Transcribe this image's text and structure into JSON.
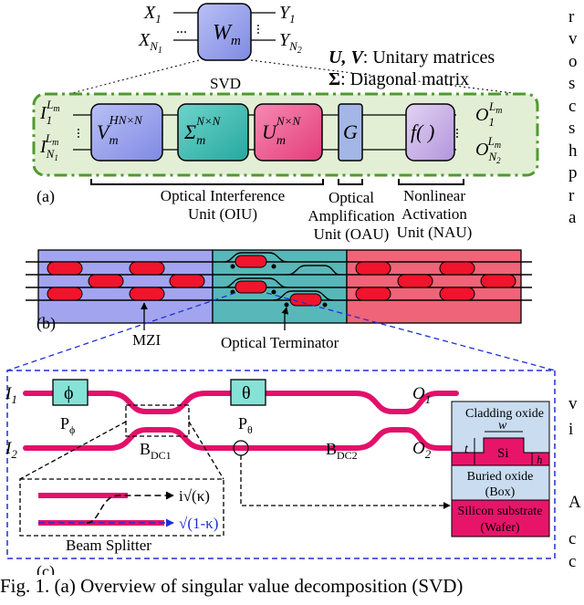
{
  "panel_a": {
    "top_block": {
      "label": "W",
      "label_sub": "m",
      "in_top": "X",
      "in_top_sub": "1",
      "in_bot": "X",
      "in_bot_sub": "N",
      "in_bot_subsub": "1",
      "out_top": "Y",
      "out_top_sub": "1",
      "out_bot": "Y",
      "out_bot_sub": "N",
      "out_bot_subsub": "2",
      "dots": "..."
    },
    "svd_label": "SVD",
    "legend": {
      "uv": "U, V",
      "uv_text": ": Unitary matrices",
      "sigma": "Σ",
      "sigma_text": ": Diagonal matrix"
    },
    "inputs": {
      "top": "I",
      "top_sub": "1",
      "top_sup": "L",
      "top_supsub": "m",
      "bot": "I",
      "bot_sub": "N",
      "bot_subsub": "1",
      "bot_sup": "L",
      "bot_supsub": "m"
    },
    "outputs": {
      "top": "O",
      "top_sub": "1",
      "top_sup": "L",
      "top_supsub": "m",
      "bot": "O",
      "bot_sub": "N",
      "bot_subsub": "2",
      "bot_sup": "L",
      "bot_supsub": "m"
    },
    "blocks": {
      "v": {
        "base": "V",
        "sub": "m",
        "sup": "H",
        "sup2": "N×N"
      },
      "sigma": {
        "base": "Σ",
        "sub": "m",
        "sup": "N×N"
      },
      "u": {
        "base": "U",
        "sub": "m",
        "sup": "N×N"
      },
      "g": {
        "base": "G"
      },
      "f": {
        "base": "f( )"
      }
    },
    "units": {
      "oiu": [
        "Optical Interference",
        "Unit (OIU)"
      ],
      "oau": [
        "Optical",
        "Amplification",
        "Unit (OAU)"
      ],
      "nau": [
        "Nonlinear",
        "Activation",
        "Unit (NAU)"
      ]
    },
    "tag": "(a)"
  },
  "panel_b": {
    "tag": "(b)",
    "mzi_label": "MZI",
    "terminator_label": "Optical Terminator"
  },
  "panel_c": {
    "tag": "(c)",
    "in1": "I",
    "in1_sub": "1",
    "in2": "I",
    "in2_sub": "2",
    "out1": "O",
    "out1_sub": "1",
    "out2": "O",
    "out2_sub": "2",
    "phi": "ϕ",
    "theta": "θ",
    "p_phi": "P",
    "p_phi_sub": "ϕ",
    "p_theta": "P",
    "p_theta_sub": "θ",
    "bdc1": "B",
    "bdc1_sub": "DC1",
    "bdc2": "B",
    "bdc2_sub": "DC2",
    "beam_splitter": "Beam Splitter",
    "kappa_top": "i√(κ)",
    "kappa_bot": "√(1-κ)",
    "cross_section": {
      "cladding": "Cladding oxide",
      "w": "w",
      "t": "t",
      "si": "Si",
      "h": "h",
      "buried": [
        "Buried oxide",
        "(Box)"
      ],
      "substrate": [
        "Silicon substrate",
        "(Wafer)"
      ]
    }
  },
  "right_column": [
    "r",
    "v",
    "o",
    "s",
    "c",
    "s",
    "h",
    "p",
    "r",
    "a"
  ],
  "right_column_lower": [
    "v",
    "i",
    "A",
    "c",
    "c"
  ],
  "caption": "Fig. 1. (a) Overview of singular value decomposition (SVD)",
  "colors": {
    "green_bg": "#e3efd5",
    "green_border": "#4f9a2f",
    "v_block": "#9ea7ee",
    "sigma_block": "#3fbdb4",
    "u_block": "#ef5c92",
    "g_block": "#a3b6e6",
    "f_block": "#c9b2e6",
    "mesh_blue": "#a2a4ef",
    "mesh_teal": "#58b7b8",
    "mesh_pink": "#ef6478",
    "waveguide": "#e3106a",
    "box_teal": "#86e2d6",
    "dashed_blue": "#1f2fd8",
    "oxide_blue": "#c9dcf0",
    "substrate_pink": "#e8146a"
  }
}
